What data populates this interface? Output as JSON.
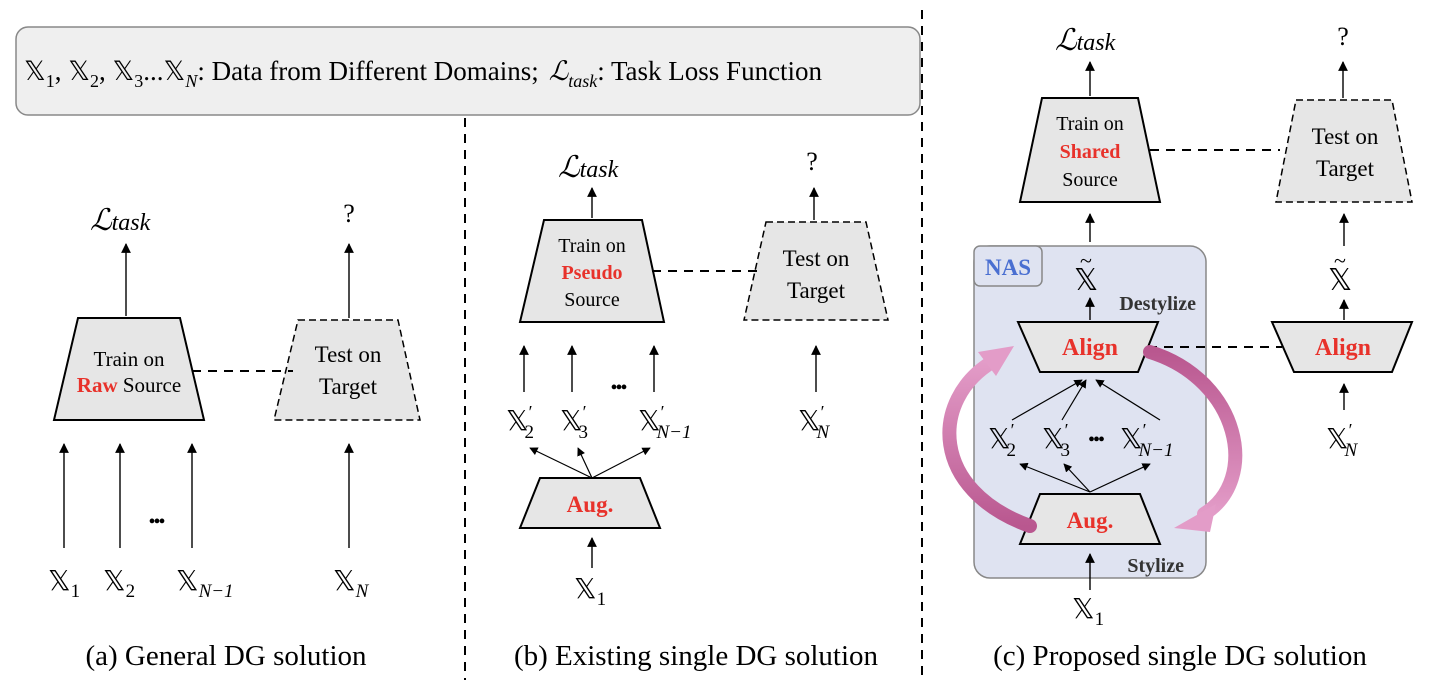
{
  "legend": {
    "xN": "𝕏",
    "sub1": "1",
    "sub2": "2",
    "sub3": "3",
    "subN": "N",
    "ellipsis": "...",
    "data_desc": ": Data from Different Domains;",
    "loss_symbol": "ℒ",
    "loss_sub": "task",
    "loss_desc": ": Task Loss Function"
  },
  "panel_a": {
    "caption": "(a) General DG solution",
    "loss_label": "task",
    "question": "?",
    "train_line1": "Train on",
    "train_highlight": "Raw",
    "train_rest": " Source",
    "test_line1": "Test on",
    "test_line2": "Target",
    "inputs": [
      "1",
      "2",
      "N−1"
    ],
    "target_input": "N",
    "dots": "•••"
  },
  "panel_b": {
    "caption": "(b) Existing single DG solution",
    "loss_label": "task",
    "question": "?",
    "train_line1": "Train on",
    "train_highlight": "Pseudo",
    "train_line3": "Source",
    "test_line1": "Test on",
    "test_line2": "Target",
    "aug_label": "Aug.",
    "pseudo_inputs": [
      "2",
      "3",
      "N−1"
    ],
    "target_input": "N",
    "source_input": "1",
    "dots": "•••"
  },
  "panel_c": {
    "caption": "(c) Proposed single DG solution",
    "loss_label": "task",
    "question": "?",
    "train_line1": "Train on",
    "train_highlight": "Shared",
    "train_line3": "Source",
    "test_line1": "Test on",
    "test_line2": "Target",
    "nas_label": "NAS",
    "align_label": "Align",
    "align_label_right": "Align",
    "aug_label": "Aug.",
    "destylize": "Destylize",
    "stylize": "Stylize",
    "pseudo_inputs": [
      "2",
      "3",
      "N−1"
    ],
    "target_input": "N",
    "source_input": "1",
    "tilde_x": "𝕏",
    "dots": "•••"
  },
  "colors": {
    "highlight": "#e8322b",
    "box_fill": "#e6e6e6",
    "nas_fill": "#dfe3f1",
    "nas_text": "#4a6fd1",
    "arc": "#d67bb3"
  }
}
